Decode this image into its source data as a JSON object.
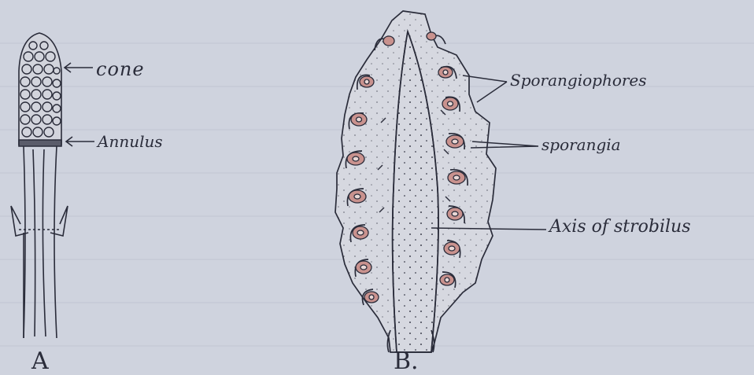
{
  "labels": {
    "cone": "cone",
    "annulus": "Annulus",
    "sporangiophores": "Sporangiophores",
    "sporangia": "sporangia",
    "axis": "Axis of strobilus",
    "fig_a": "A",
    "fig_b": "B."
  },
  "colors": {
    "paper": "#cfd3de",
    "ink": "#2a2c3a",
    "sporangium": "#c9928e"
  }
}
